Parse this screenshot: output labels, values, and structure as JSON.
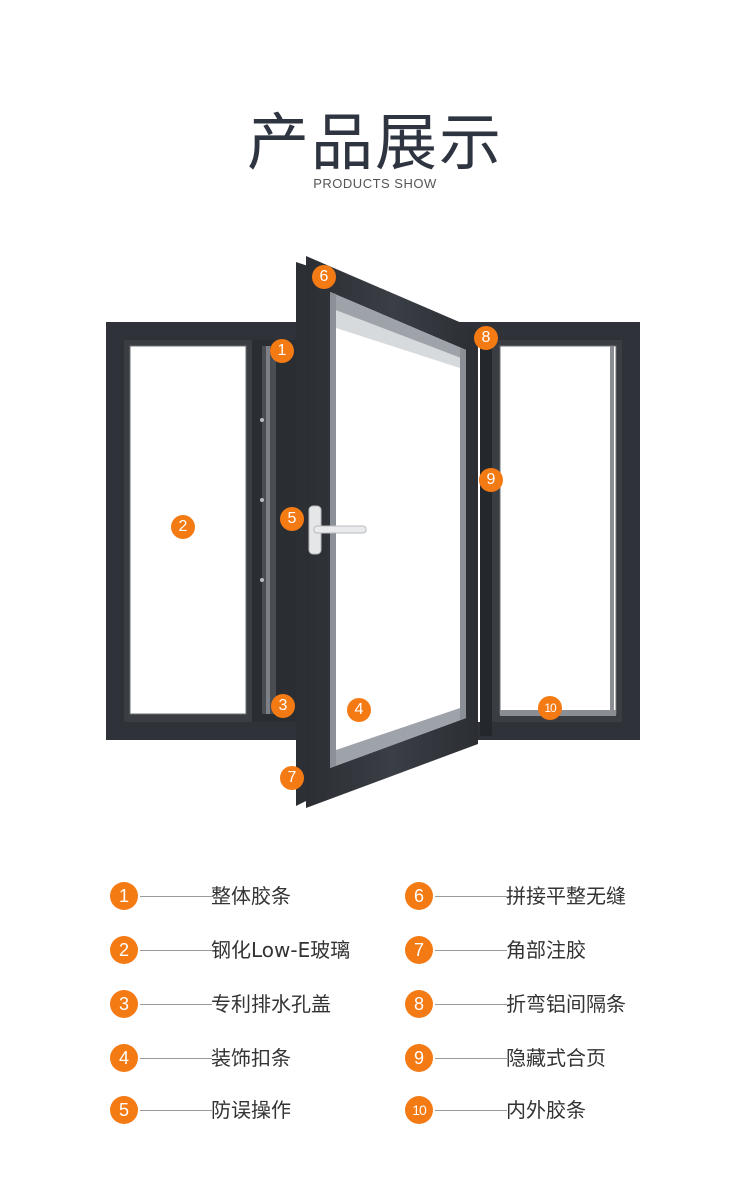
{
  "header": {
    "title": "产品展示",
    "subtitle": "PRODUCTS SHOW"
  },
  "colors": {
    "accent": "#f47a14",
    "frame": "#2f3238",
    "text": "#333333"
  },
  "markers": [
    "1",
    "2",
    "3",
    "4",
    "5",
    "6",
    "7",
    "8",
    "9",
    "10"
  ],
  "legend": [
    {
      "number": "1",
      "label": "整体胶条"
    },
    {
      "number": "2",
      "label": "钢化Low-E玻璃"
    },
    {
      "number": "3",
      "label": "专利排水孔盖"
    },
    {
      "number": "4",
      "label": "装饰扣条"
    },
    {
      "number": "5",
      "label": "防误操作"
    },
    {
      "number": "6",
      "label": "拼接平整无缝"
    },
    {
      "number": "7",
      "label": "角部注胶"
    },
    {
      "number": "8",
      "label": "折弯铝间隔条"
    },
    {
      "number": "9",
      "label": "隐藏式合页"
    },
    {
      "number": "10",
      "label": "内外胶条"
    }
  ]
}
